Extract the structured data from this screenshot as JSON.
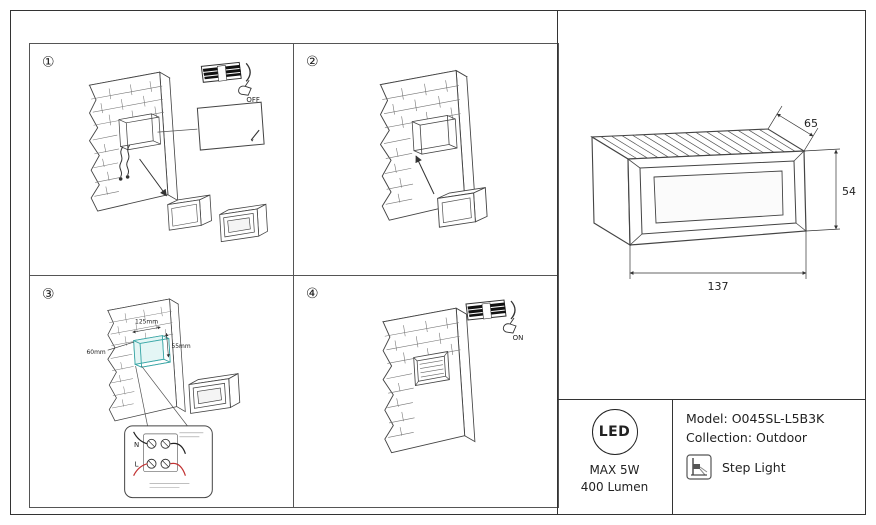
{
  "steps": {
    "step1": {
      "number": "①",
      "switch_label": "OFF"
    },
    "step2": {
      "number": "②"
    },
    "step3": {
      "number": "③",
      "hole_dims": {
        "width_label": "125mm",
        "height_label": "55mm",
        "depth_label": "60mm"
      },
      "wiring": {
        "neutral": "N",
        "live": "L"
      }
    },
    "step4": {
      "number": "④",
      "switch_label": "ON"
    }
  },
  "dimension_drawing": {
    "depth_mm": "65",
    "height_mm": "54",
    "width_mm": "137"
  },
  "spec": {
    "led_label": "LED",
    "max_power": "MAX 5W",
    "luminous_flux": "400 Lumen",
    "model": "Model: O045SL-L5B3K",
    "collection": "Collection: Outdoor",
    "product_type": "Step Light"
  },
  "colors": {
    "line": "#444",
    "accent_teal": "#3aabab",
    "wire_red": "#c23232"
  }
}
